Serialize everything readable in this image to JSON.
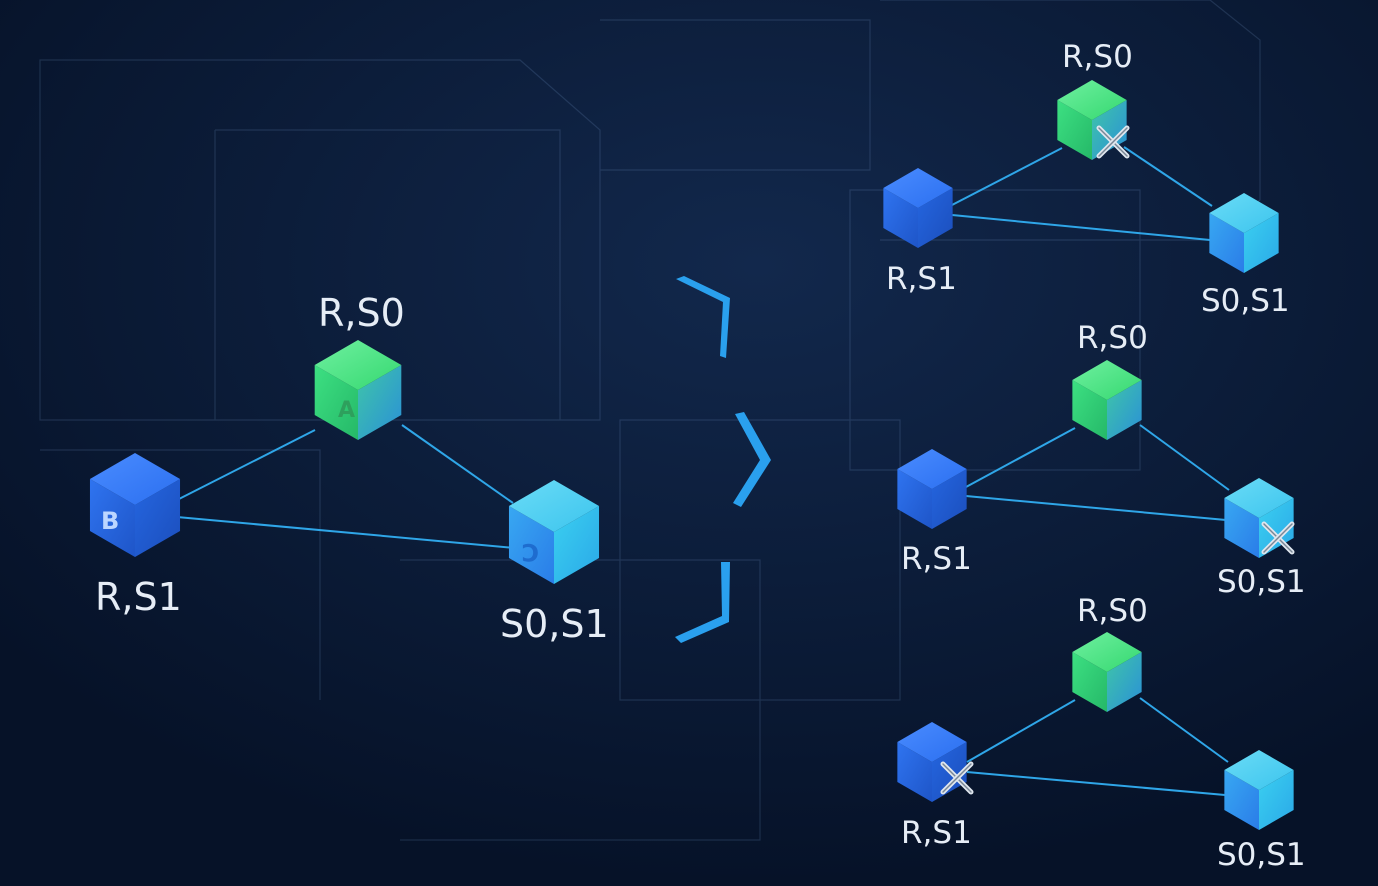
{
  "main_diagram": {
    "nodes": [
      {
        "id": "A",
        "label": "R,S0",
        "cube_letter": "A",
        "color": "green"
      },
      {
        "id": "B",
        "label": "R,S1",
        "cube_letter": "B",
        "color": "blue"
      },
      {
        "id": "C",
        "label": "S0,S1",
        "cube_letter": "C",
        "color": "cyan"
      }
    ]
  },
  "failure_scenarios": [
    {
      "nodes": [
        {
          "label": "R,S0",
          "failed": true
        },
        {
          "label": "R,S1",
          "failed": false
        },
        {
          "label": "S0,S1",
          "failed": false
        }
      ]
    },
    {
      "nodes": [
        {
          "label": "R,S0",
          "failed": false
        },
        {
          "label": "R,S1",
          "failed": false
        },
        {
          "label": "S0,S1",
          "failed": true
        }
      ]
    },
    {
      "nodes": [
        {
          "label": "R,S0",
          "failed": false
        },
        {
          "label": "R,S1",
          "failed": true
        },
        {
          "label": "S0,S1",
          "failed": false
        }
      ]
    }
  ],
  "colors": {
    "background": "#071530",
    "link": "#2fa6e8",
    "node_green": "#3ee67a",
    "node_blue": "#2a6ff0",
    "node_cyan": "#35c8ee",
    "label": "#e6edf6"
  },
  "icons": [
    "failure-x-icon",
    "bracket-arrow"
  ]
}
